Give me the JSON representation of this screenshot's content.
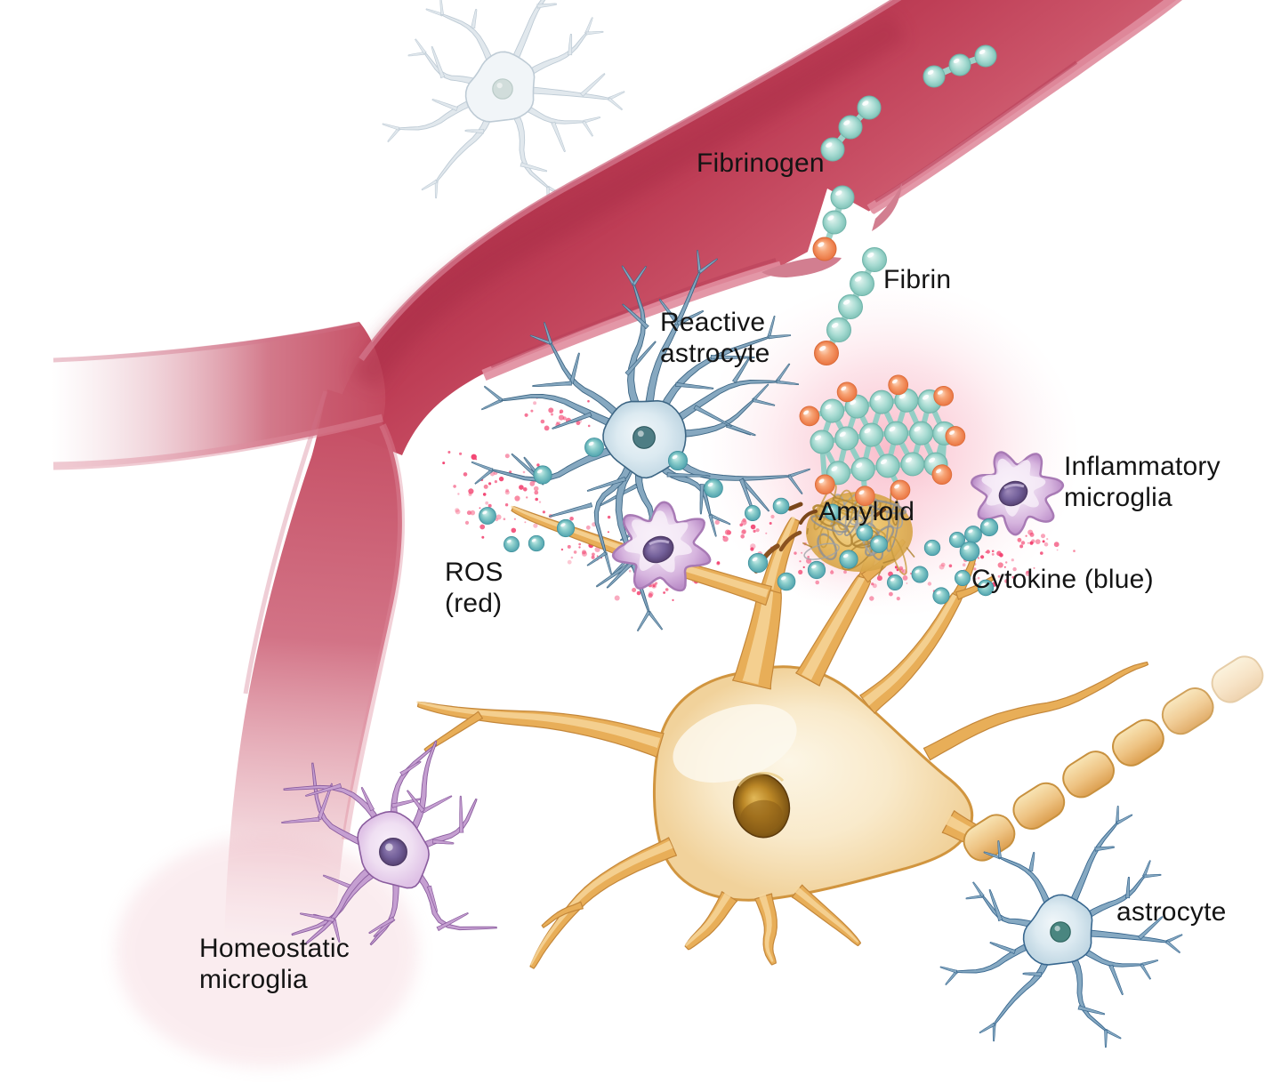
{
  "labels": {
    "fibrinogen": "Fibrinogen",
    "fibrin": "Fibrin",
    "reactive_astrocyte": "Reactive\nastrocyte",
    "amyloid": "Amyloid",
    "inflammatory_microglia": "Inflammatory\nmicroglia",
    "ros": "ROS\n(red)",
    "cytokine": "Cytokine (blue)",
    "homeostatic_microglia": "Homeostatic\nmicroglia",
    "astrocyte": "astrocyte"
  },
  "entities": [
    "blood-vessel",
    "fibrinogen-molecules",
    "fibrin-chain",
    "fibrin-clot-mesh",
    "amyloid-plaque",
    "reactive-astrocyte",
    "inflammatory-microglia",
    "homeostatic-microglia",
    "astrocyte",
    "neuron",
    "myelinated-axon",
    "ros-particles",
    "cytokine-particles"
  ],
  "colors": {
    "background": "#FFFFFF",
    "vessel_red": "#C04158",
    "vessel_rim_pink": "#E08C9D",
    "fibrinogen_teal": "#A9DAD2",
    "fibrin_orange": "#F08A5C",
    "ros_pink": "#F23D6C",
    "cytokine_teal": "#5FB4B9",
    "microglia_purple": "#C9A0D2",
    "astrocyte_blue": "#4F7694",
    "homeostatic_purple": "#9A6BAE",
    "neuron_gold": "#E9AE55",
    "glow_pink": "#F8B3C2",
    "label_text": "#141414"
  }
}
